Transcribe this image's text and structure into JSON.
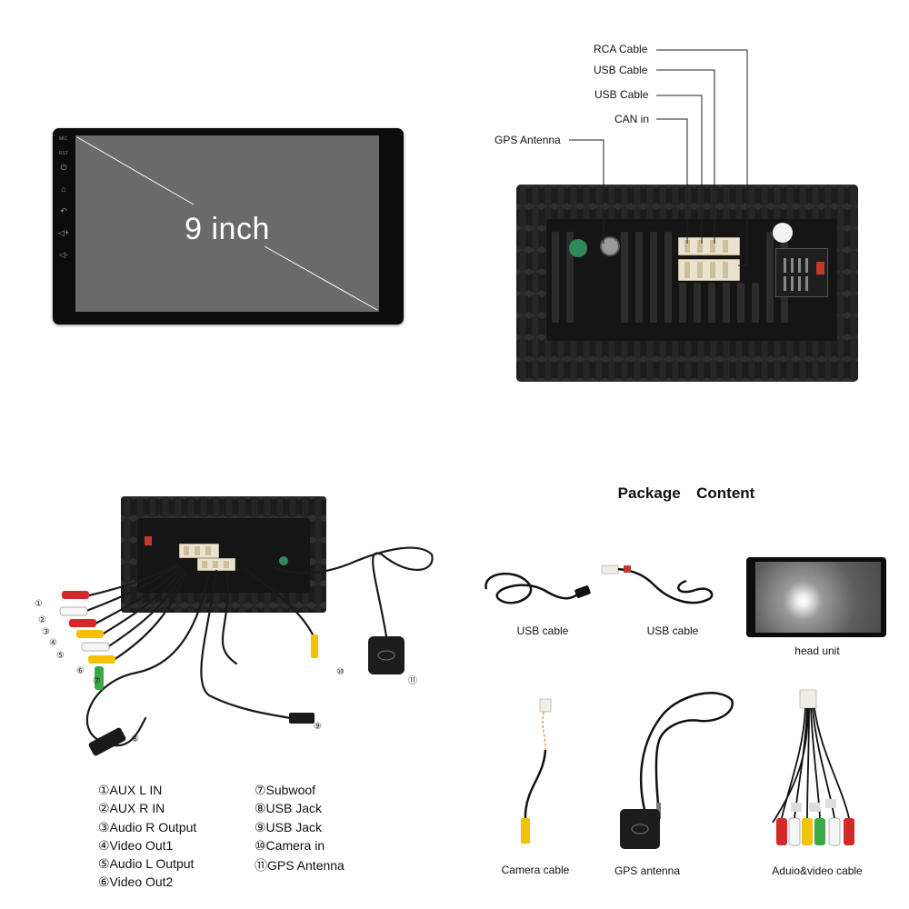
{
  "front_panel": {
    "screen_size_label": "9 inch",
    "mic_label": "MIC",
    "rst_label": "RST",
    "buttons": [
      "power",
      "home",
      "back",
      "volume-up",
      "volume-down"
    ]
  },
  "back_panel": {
    "callouts": {
      "rca_cable": "RCA Cable",
      "usb_cable_1": "USB Cable",
      "usb_cable_2": "USB Cable",
      "can_in": "CAN in",
      "gps_antenna": "GPS Antenna"
    }
  },
  "wiring": {
    "markers": [
      "①",
      "②",
      "③",
      "④",
      "⑤",
      "⑥",
      "⑦",
      "⑧",
      "⑨",
      "⑩",
      "⑪"
    ],
    "legend_left": [
      "①AUX L IN",
      "②AUX R IN",
      "③Audio R Output",
      "④Video Out1",
      "⑤Audio L Output",
      "⑥Video Out2"
    ],
    "legend_right": [
      "⑦Subwoof",
      "⑧USB Jack",
      "⑨USB Jack",
      "⑩Camera in",
      "⑪GPS Antenna"
    ],
    "plug_colors": [
      "#d62828",
      "#f5f5f5",
      "#d62828",
      "#f2c200",
      "#f5f5f5",
      "#f2c200",
      "#3aa845"
    ]
  },
  "package": {
    "title": "Package  Content",
    "items": {
      "usb_cable_1": "USB cable",
      "usb_cable_2": "USB cable",
      "head_unit": "head unit",
      "camera_cable": "Camera cable",
      "gps_antenna": "GPS antenna",
      "av_cable": "Aduio&video cable"
    }
  }
}
